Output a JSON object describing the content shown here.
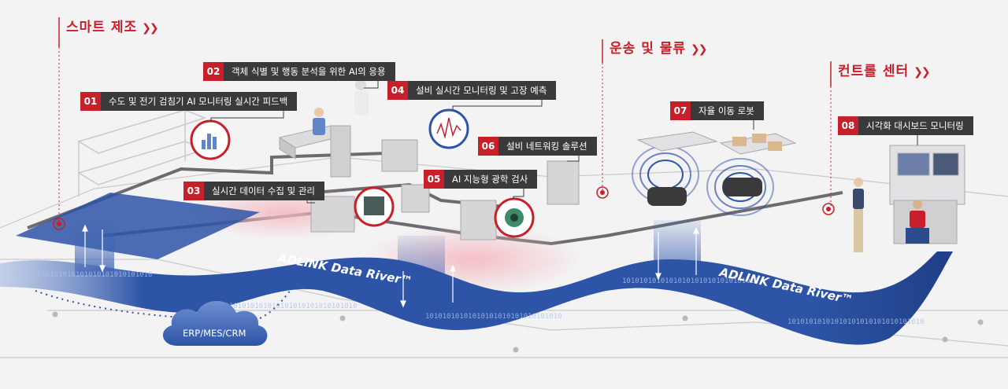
{
  "sections": {
    "smart_manufacturing": "스마트 제조",
    "transport_logistics": "운송 및 물류",
    "control_center": "컨트롤 센터",
    "chevrons": "❯❯"
  },
  "callouts": [
    {
      "num": "01",
      "text": "수도 및 전기 검침기 AI 모니터링 실시간 피드백"
    },
    {
      "num": "02",
      "text": "객체 식별 및 행동 분석을 위한 AI의 응용"
    },
    {
      "num": "03",
      "text": "실시간 데이터 수집 및 관리"
    },
    {
      "num": "04",
      "text": "설비 실시간 모니터링 및 고장 예측"
    },
    {
      "num": "05",
      "text": "AI 지능형 광학 검사"
    },
    {
      "num": "06",
      "text": "설비 네트워킹 솔루션"
    },
    {
      "num": "07",
      "text": "자율 이동 로봇"
    },
    {
      "num": "08",
      "text": "시각화 대시보드 모니터링"
    }
  ],
  "river": {
    "label_left": "ADLINK Data River™",
    "label_right": "ADLINK Data River™",
    "binary_text": "10101010101010101010101010101010"
  },
  "cloud": {
    "label": "ERP/MES/CRM"
  },
  "colors": {
    "accent_red": "#c8202b",
    "river_blue": "#2d54a6",
    "callout_dark": "#3a3a3c",
    "background": "#f3f3f4"
  }
}
